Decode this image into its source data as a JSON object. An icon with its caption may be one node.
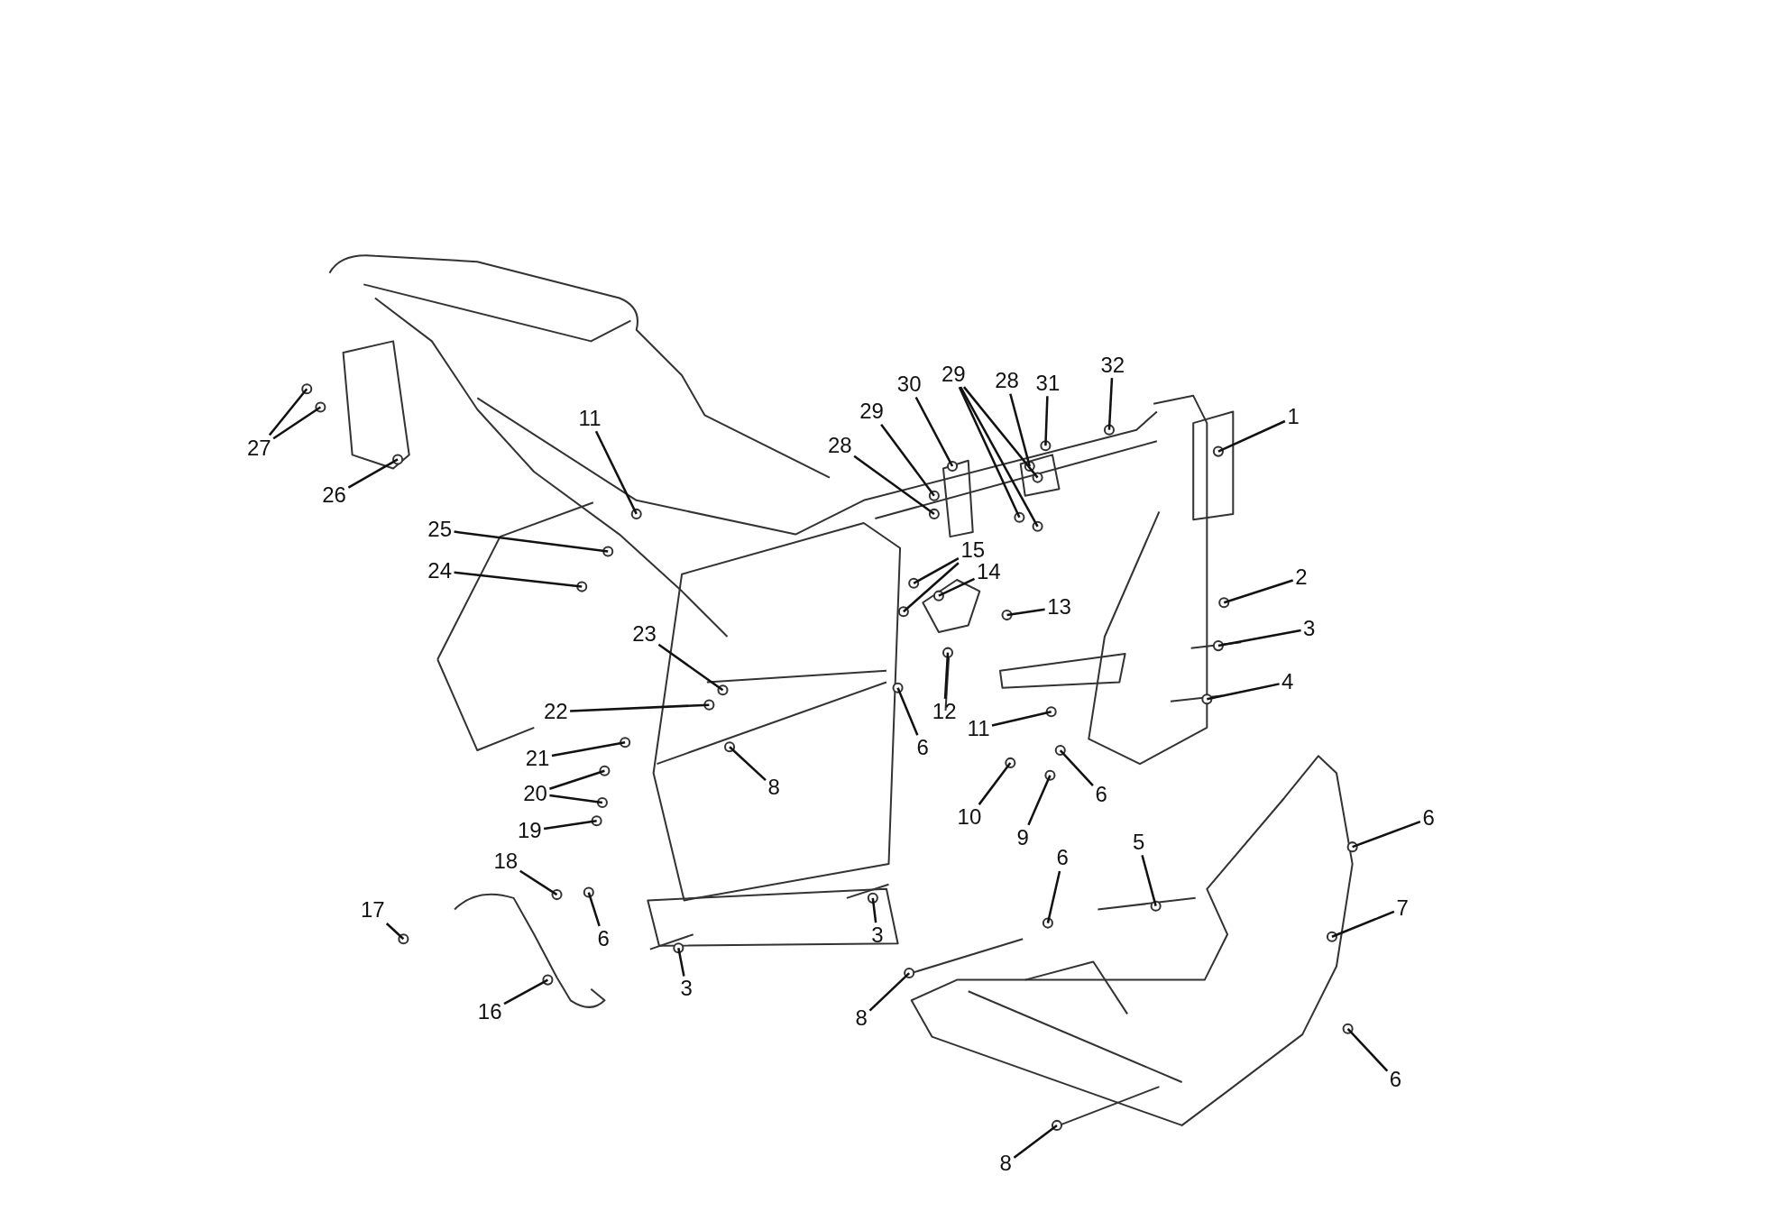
{
  "diagram": {
    "nodes": [
      {
        "text": [
          "1"
        ]
      },
      {
        "text": [
          "2"
        ]
      },
      {
        "text": [
          "3"
        ]
      },
      {
        "text": [
          "4"
        ]
      },
      {
        "text": [
          "5"
        ]
      },
      {
        "text": [
          "6"
        ]
      },
      {
        "text": [
          "7"
        ]
      },
      {
        "text": [
          "6"
        ]
      },
      {
        "text": [
          "8"
        ]
      },
      {
        "text": [
          "8"
        ]
      },
      {
        "text": [
          "6"
        ]
      },
      {
        "text": [
          "3"
        ]
      },
      {
        "text": [
          "3"
        ]
      },
      {
        "text": [
          "6"
        ]
      },
      {
        "text": [
          "16"
        ]
      },
      {
        "text": [
          "17"
        ]
      },
      {
        "text": [
          "18"
        ]
      },
      {
        "text": [
          "19"
        ]
      },
      {
        "text": [
          "20"
        ]
      },
      {
        "text": [
          "21"
        ]
      },
      {
        "text": [
          "22"
        ]
      },
      {
        "text": [
          "8"
        ]
      },
      {
        "text": [
          "23"
        ]
      },
      {
        "text": [
          "24"
        ]
      },
      {
        "text": [
          "25"
        ]
      },
      {
        "text": [
          "11"
        ]
      },
      {
        "text": [
          "27"
        ]
      },
      {
        "text": [
          "26"
        ]
      },
      {
        "text": [
          "28"
        ]
      },
      {
        "text": [
          "29"
        ]
      },
      {
        "text": [
          "30"
        ]
      },
      {
        "text": [
          "29"
        ]
      },
      {
        "text": [
          "28"
        ]
      },
      {
        "text": [
          "31"
        ]
      },
      {
        "text": [
          "32"
        ]
      },
      {
        "text": [
          "15"
        ]
      },
      {
        "text": [
          "14"
        ]
      },
      {
        "text": [
          "13"
        ]
      },
      {
        "text": [
          "12"
        ]
      },
      {
        "text": [
          "11"
        ]
      },
      {
        "text": [
          "6"
        ]
      },
      {
        "text": [
          "10"
        ]
      },
      {
        "text": [
          "9"
        ]
      },
      {
        "text": [
          "6"
        ]
      },
      {
        "text": [],
        "shape": "circle"
      },
      {
        "text": [],
        "shape": "circle"
      },
      {
        "text": [],
        "shape": "circle"
      },
      {
        "text": [],
        "shape": "circle"
      },
      {
        "text": [],
        "shape": "circle"
      },
      {
        "text": [],
        "shape": "circle"
      },
      {
        "text": [],
        "shape": "circle"
      },
      {
        "text": [],
        "shape": "circle"
      },
      {
        "text": [],
        "shape": "circle"
      },
      {
        "text": [],
        "shape": "circle"
      },
      {
        "text": [],
        "shape": "circle"
      },
      {
        "text": [],
        "shape": "circle"
      },
      {
        "text": [],
        "shape": "circle"
      },
      {
        "text": [],
        "shape": "circle"
      },
      {
        "text": [],
        "shape": "circle"
      },
      {
        "text": [],
        "shape": "circle"
      },
      {
        "text": [],
        "shape": "circle"
      },
      {
        "text": [],
        "shape": "circle"
      },
      {
        "text": [],
        "shape": "circle"
      },
      {
        "text": [],
        "shape": "circle"
      },
      {
        "text": [],
        "shape": "circle"
      },
      {
        "text": [],
        "shape": "circle"
      },
      {
        "text": [],
        "shape": "circle"
      },
      {
        "text": [],
        "shape": "circle"
      },
      {
        "text": [],
        "shape": "circle"
      },
      {
        "text": [],
        "shape": "circle"
      },
      {
        "text": [],
        "shape": "circle"
      },
      {
        "text": [],
        "shape": "circle"
      },
      {
        "text": [],
        "shape": "circle"
      },
      {
        "text": [],
        "shape": "circle"
      },
      {
        "text": [],
        "shape": "circle"
      },
      {
        "text": [],
        "shape": "circle"
      },
      {
        "text": [],
        "shape": "circle"
      },
      {
        "text": [],
        "shape": "circle"
      },
      {
        "text": [],
        "shape": "circle"
      },
      {
        "text": [],
        "shape": "circle"
      },
      {
        "text": [],
        "shape": "circle"
      },
      {
        "text": [],
        "shape": "circle"
      },
      {
        "text": [],
        "shape": "circle"
      },
      {
        "text": [],
        "shape": "circle"
      },
      {
        "text": [],
        "shape": "circle"
      },
      {
        "text": [],
        "shape": "circle"
      },
      {
        "text": [],
        "shape": "circle"
      },
      {
        "text": [],
        "shape": "circle"
      },
      {
        "text": [],
        "shape": "circle"
      },
      {
        "text": [],
        "shape": "circle"
      },
      {
        "text": [],
        "shape": "circle"
      },
      {
        "text": [],
        "shape": "circle"
      },
      {
        "text": [],
        "shape": "circle"
      }
    ],
    "edges": [
      {
        "from": 0,
        "to": 44,
        "arrow": "none"
      },
      {
        "from": 1,
        "to": 45,
        "arrow": "none"
      },
      {
        "from": 2,
        "to": 46,
        "arrow": "none"
      },
      {
        "from": 3,
        "to": 47,
        "arrow": "none"
      },
      {
        "from": 4,
        "to": 48,
        "arrow": "none"
      },
      {
        "from": 5,
        "to": 49,
        "arrow": "none"
      },
      {
        "from": 6,
        "to": 50,
        "arrow": "none"
      },
      {
        "from": 7,
        "to": 51,
        "arrow": "none"
      },
      {
        "from": 8,
        "to": 52,
        "arrow": "none"
      },
      {
        "from": 9,
        "to": 53,
        "arrow": "none"
      },
      {
        "from": 10,
        "to": 54,
        "arrow": "none"
      },
      {
        "from": 11,
        "to": 55,
        "arrow": "none"
      },
      {
        "from": 12,
        "to": 56,
        "arrow": "none"
      },
      {
        "from": 13,
        "to": 57,
        "arrow": "none"
      },
      {
        "from": 14,
        "to": 58,
        "arrow": "none"
      },
      {
        "from": 15,
        "to": 59,
        "arrow": "none"
      },
      {
        "from": 16,
        "to": 60,
        "arrow": "none"
      },
      {
        "from": 17,
        "to": 61,
        "arrow": "none"
      },
      {
        "from": 18,
        "to": 62,
        "arrow": "none"
      },
      {
        "from": 18,
        "to": 63,
        "arrow": "none"
      },
      {
        "from": 19,
        "to": 64,
        "arrow": "none"
      },
      {
        "from": 20,
        "to": 65,
        "arrow": "none"
      },
      {
        "from": 21,
        "to": 66,
        "arrow": "none"
      },
      {
        "from": 22,
        "to": 67,
        "arrow": "none"
      },
      {
        "from": 23,
        "to": 68,
        "arrow": "none"
      },
      {
        "from": 24,
        "to": 69,
        "arrow": "none"
      },
      {
        "from": 25,
        "to": 70,
        "arrow": "none"
      },
      {
        "from": 26,
        "to": 71,
        "arrow": "none"
      },
      {
        "from": 26,
        "to": 72,
        "arrow": "none"
      },
      {
        "from": 27,
        "to": 73,
        "arrow": "none"
      },
      {
        "from": 28,
        "to": 74,
        "arrow": "none"
      },
      {
        "from": 29,
        "to": 75,
        "arrow": "none"
      },
      {
        "from": 30,
        "to": 76,
        "arrow": "none"
      },
      {
        "from": 31,
        "to": 77,
        "arrow": "none"
      },
      {
        "from": 31,
        "to": 78,
        "arrow": "none"
      },
      {
        "from": 31,
        "to": 79,
        "arrow": "none"
      },
      {
        "from": 32,
        "to": 80,
        "arrow": "none"
      },
      {
        "from": 33,
        "to": 81,
        "arrow": "none"
      },
      {
        "from": 34,
        "to": 82,
        "arrow": "none"
      },
      {
        "from": 35,
        "to": 83,
        "arrow": "none"
      },
      {
        "from": 35,
        "to": 84,
        "arrow": "none"
      },
      {
        "from": 36,
        "to": 85,
        "arrow": "none"
      },
      {
        "from": 37,
        "to": 86,
        "arrow": "none"
      },
      {
        "from": 38,
        "to": 87,
        "arrow": "none"
      },
      {
        "from": 39,
        "to": 88,
        "arrow": "none"
      },
      {
        "from": 40,
        "to": 89,
        "arrow": "none"
      },
      {
        "from": 41,
        "to": 90,
        "arrow": "none"
      },
      {
        "from": 42,
        "to": 91,
        "arrow": "none"
      },
      {
        "from": 43,
        "to": 92,
        "arrow": "none"
      }
    ]
  }
}
